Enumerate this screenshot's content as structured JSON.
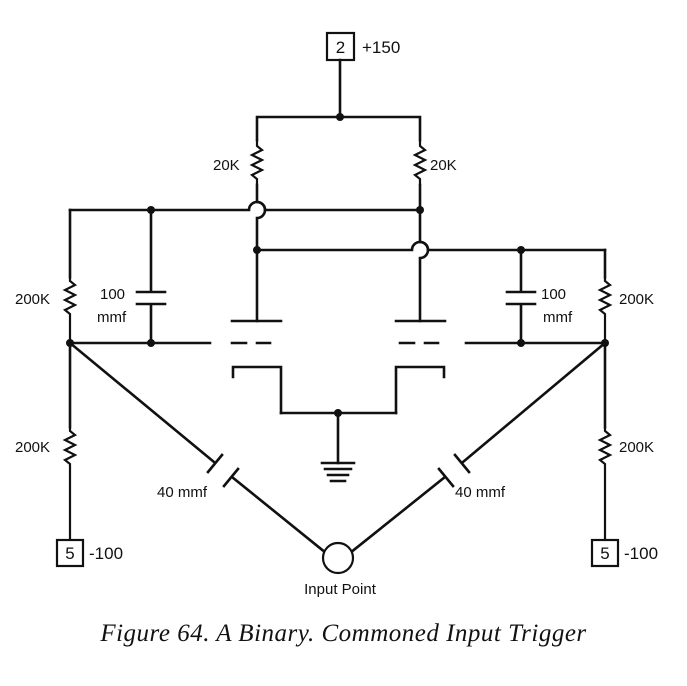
{
  "diagram": {
    "top_terminal": {
      "number": "2",
      "voltage": "+150"
    },
    "plate_resistor_left": "20K",
    "plate_resistor_right": "20K",
    "coupling_cap_left": {
      "value": "100",
      "unit": "mmf"
    },
    "coupling_cap_right": {
      "value": "100",
      "unit": "mmf"
    },
    "divider_top_left": "200K",
    "divider_top_right": "200K",
    "divider_bottom_left": "200K",
    "divider_bottom_right": "200K",
    "input_cap_left": "40 mmf",
    "input_cap_right": "40 mmf",
    "terminal_left": {
      "number": "5",
      "voltage": "-100"
    },
    "terminal_right": {
      "number": "5",
      "voltage": "-100"
    },
    "input_label": "Input Point"
  },
  "caption": "Figure 64.  A Binary. Commoned Input Trigger"
}
